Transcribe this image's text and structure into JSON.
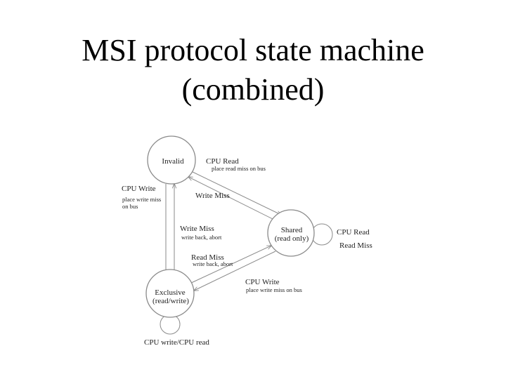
{
  "title": {
    "line1": "MSI protocol state machine",
    "line2": "(combined)"
  },
  "states": {
    "invalid": {
      "label": "Invalid"
    },
    "shared": {
      "line1": "Shared",
      "line2": "(read only)"
    },
    "exclusive": {
      "line1": "Exclusive",
      "line2": "(read/write)"
    }
  },
  "edges": {
    "invalid_to_shared": {
      "main": "CPU Read",
      "sub": "place read miss on bus"
    },
    "shared_to_invalid": {
      "main": "Write Miss"
    },
    "invalid_to_exclusive": {
      "main": "CPU Write",
      "sub1": "place write miss",
      "sub2": "on bus"
    },
    "exclusive_to_invalid": {
      "main": "Write Miss",
      "sub": "write back, abort"
    },
    "exclusive_to_shared": {
      "main": "Read Miss",
      "sub": "write back, abort"
    },
    "shared_to_exclusive": {
      "main": "CPU Write",
      "sub": "place write miss on bus"
    },
    "shared_self": {
      "line1": "CPU Read",
      "line2": "Read Miss"
    },
    "exclusive_self": {
      "main": "CPU write/CPU read"
    }
  },
  "colors": {
    "stroke": "#8a8a8a",
    "text": "#222222"
  }
}
